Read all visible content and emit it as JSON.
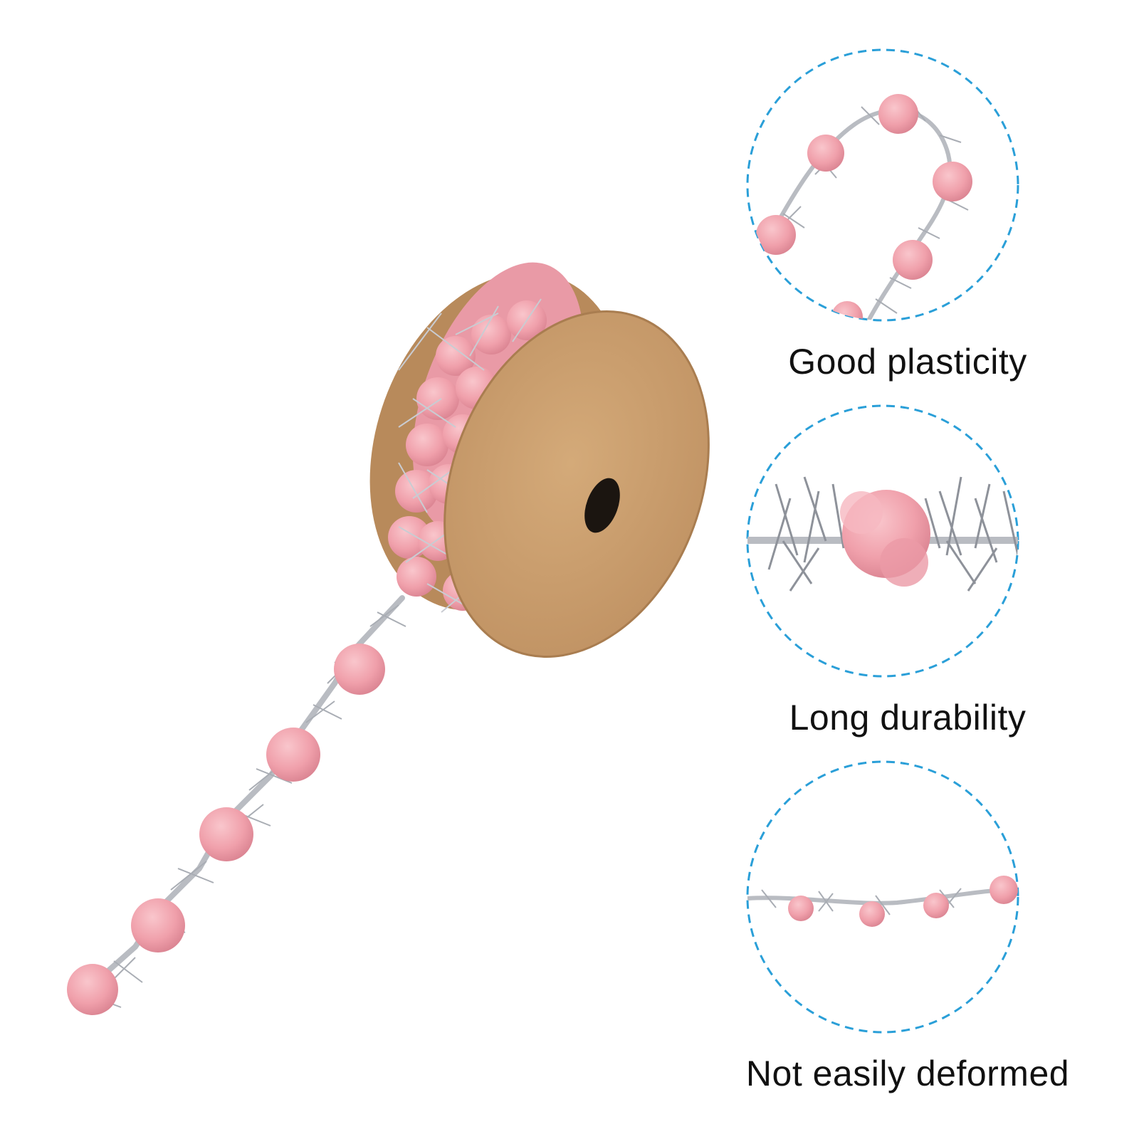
{
  "features": [
    {
      "label": "Good plasticity"
    },
    {
      "label": "Long durability"
    },
    {
      "label": "Not easily deformed"
    }
  ],
  "colors": {
    "background": "#ffffff",
    "circle_outline": "#2a9fd8",
    "pompom": "#f2a3ad",
    "tinsel": "#b9bcc2",
    "spool": "#c69a6a"
  },
  "icons": {
    "product": "pink-pompom-tinsel-spool",
    "detail": "pompom-tinsel-closeup"
  }
}
